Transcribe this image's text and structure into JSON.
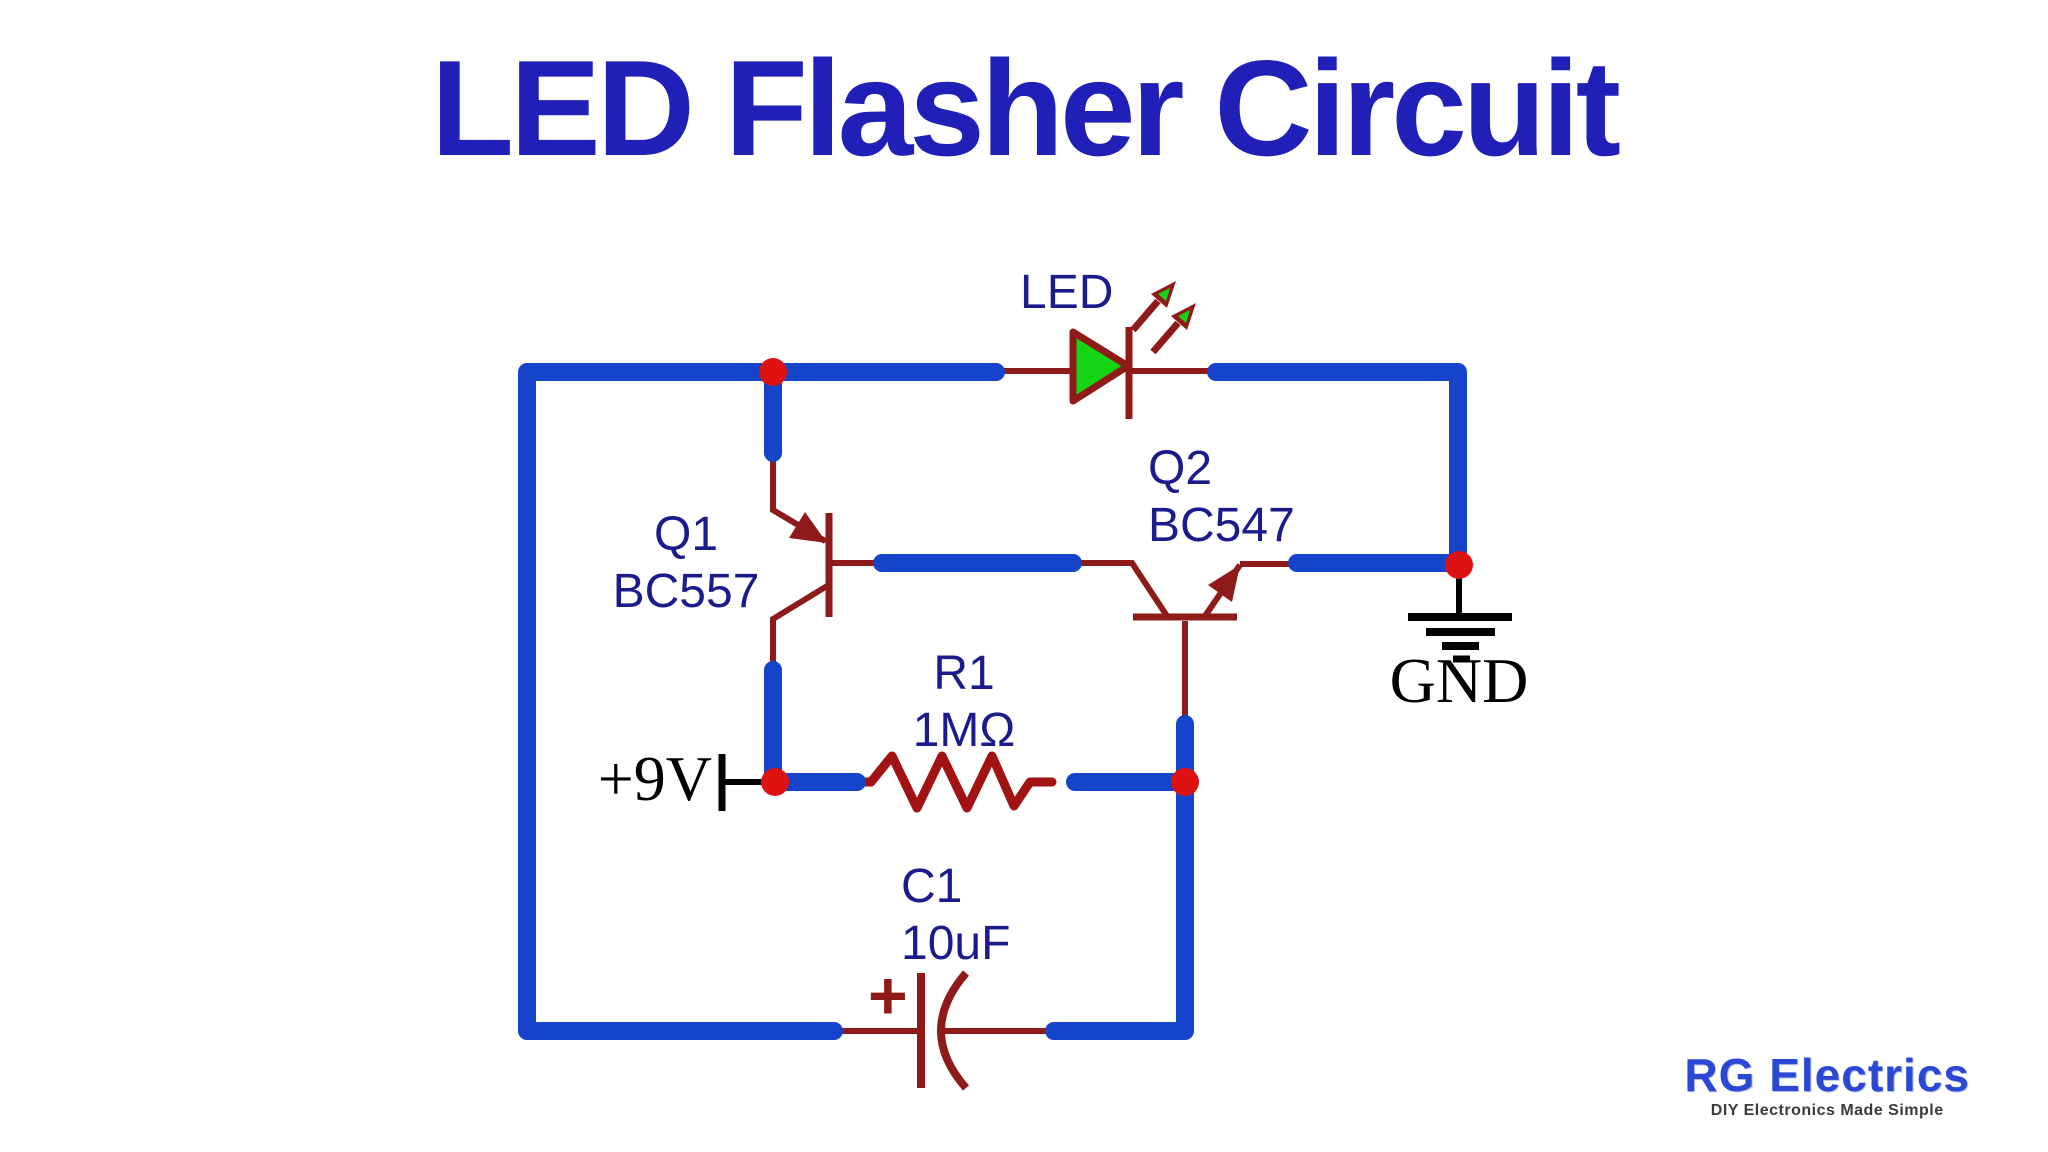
{
  "title": "LED Flasher Circuit",
  "colors": {
    "background": "#ffffff",
    "wire_blue": "#1544ca",
    "component_red": "#8f1a1a",
    "resistor_red": "#a31212",
    "junction_red": "#de1212",
    "led_green": "#15d415",
    "label_navy": "#1b1b8c",
    "title_blue": "#2020b8",
    "black": "#000000",
    "logo_blue": "#2a48d4",
    "tagline_gray": "#3b3b3b"
  },
  "schematic": {
    "power_label": "+9V",
    "ground_label": "GND",
    "led": {
      "label": "LED"
    },
    "q1": {
      "refdes": "Q1",
      "part": "BC557"
    },
    "q2": {
      "refdes": "Q2",
      "part": "BC547"
    },
    "r1": {
      "refdes": "R1",
      "value": "1MΩ"
    },
    "c1": {
      "refdes": "C1",
      "value": "10uF",
      "polarity": "+"
    }
  },
  "branding": {
    "logo": "RG Electrics",
    "tagline": "DIY Electronics Made Simple"
  }
}
